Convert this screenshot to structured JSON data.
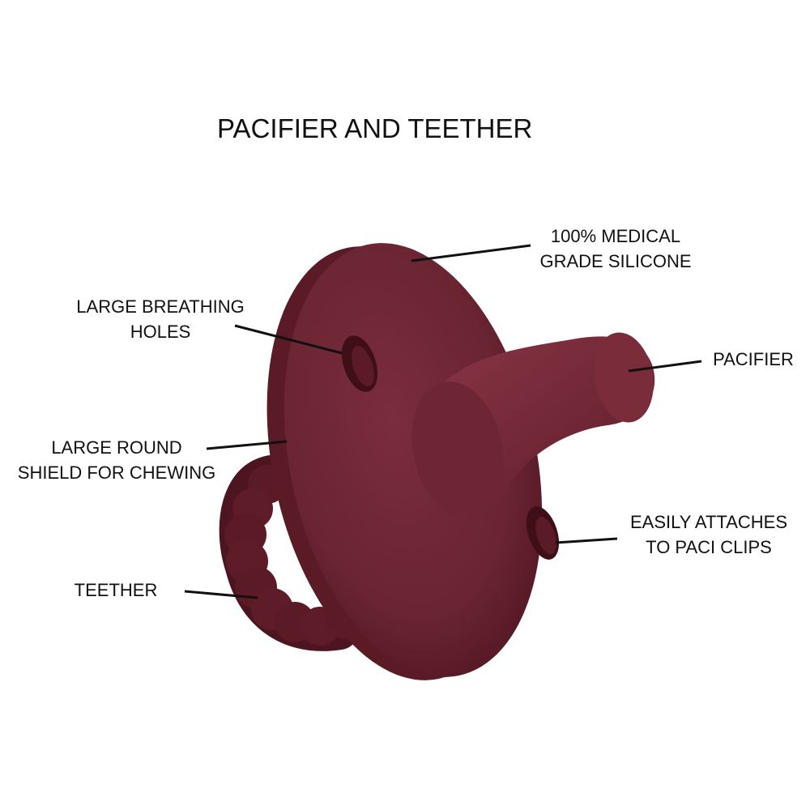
{
  "title": "PACIFIER AND TEETHER",
  "colors": {
    "silicone": "#6e2735",
    "silicone_dark": "#521722",
    "silicone_light": "#7d3040",
    "text": "#111111",
    "background": "#ffffff"
  },
  "callouts": [
    {
      "id": "medical",
      "lines": [
        "100% MEDICAL",
        "GRADE SILICONE"
      ]
    },
    {
      "id": "breathing",
      "lines": [
        "LARGE BREATHING",
        "HOLES"
      ]
    },
    {
      "id": "pacifier",
      "lines": [
        "PACIFIER"
      ]
    },
    {
      "id": "shield",
      "lines": [
        "LARGE ROUND",
        "SHIELD FOR CHEWING"
      ]
    },
    {
      "id": "clips",
      "lines": [
        "EASILY ATTACHES",
        "TO PACI CLIPS"
      ]
    },
    {
      "id": "teether",
      "lines": [
        "TEETHER"
      ]
    }
  ]
}
